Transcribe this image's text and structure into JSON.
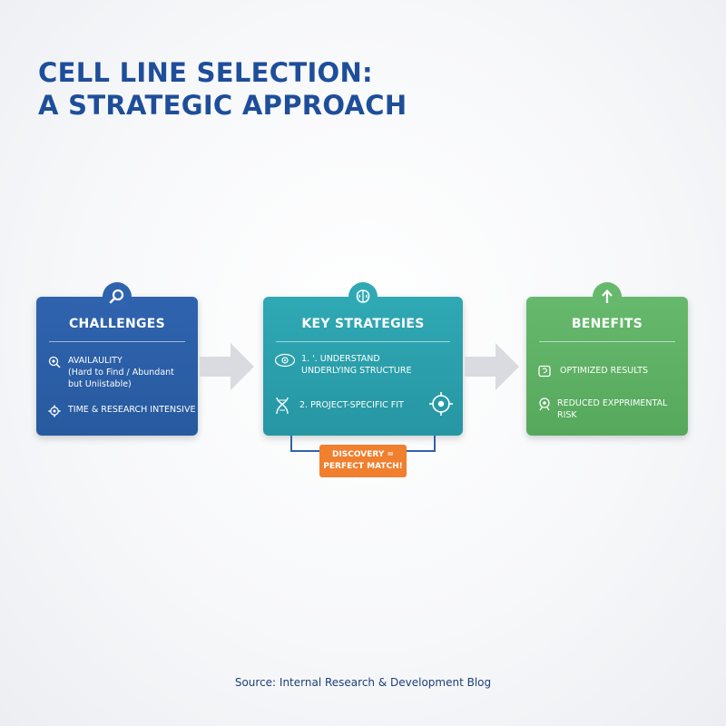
{
  "title": {
    "line1": "CELL LINE SELECTION:",
    "line2": "A STRATEGIC APPROACH"
  },
  "cards": {
    "challenges": {
      "title": "CHALLENGES",
      "icon": "magnifier-icon",
      "items": [
        {
          "icon": "search-cell-icon",
          "lines": [
            "AVAILAULITY",
            "(Hard to Find / Abundant",
            "but Uniistable)"
          ]
        },
        {
          "icon": "gear-icon",
          "lines": [
            "TIME & RESEARCH INTENSIVE"
          ]
        }
      ]
    },
    "strategies": {
      "title": "KEY STRATEGIES",
      "icon": "brain-icon",
      "items": [
        {
          "icon": "cell-structure-icon",
          "lines": [
            "1. '. UNDERSTAND",
            "UNDERLYING STRUCTURE"
          ]
        },
        {
          "icon": "dna-icon",
          "lines": [
            "2. PROJECT-SPECIFIC FIT"
          ]
        }
      ],
      "extra_icon": "target-icon"
    },
    "benefits": {
      "title": "BENEFITS",
      "icon": "up-arrow-icon",
      "items": [
        {
          "icon": "results-icon",
          "lines": [
            "OPTIMIZED RESULTS"
          ]
        },
        {
          "icon": "risk-icon",
          "lines": [
            "REDUCED EXPPRIMENTAL RISK"
          ]
        }
      ]
    }
  },
  "callout": {
    "line1": "DISCOVERY =",
    "line2": "PERFECT MATCH!"
  },
  "source": "Source: Internal Research & Development Blog",
  "colors": {
    "title": "#1e4e9a",
    "challenges": "#2f63ae",
    "strategies": "#2fa9b4",
    "benefits": "#66b96c",
    "callout": "#f07f2e",
    "arrow": "#d9dbe0"
  }
}
